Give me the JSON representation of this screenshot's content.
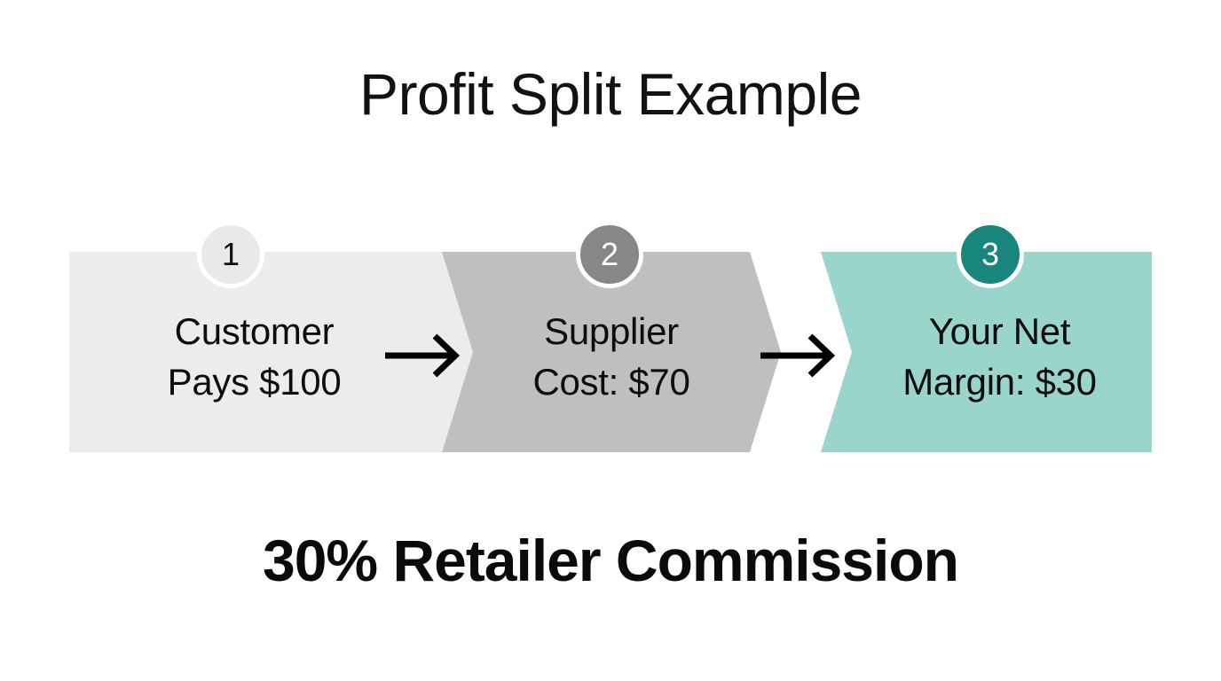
{
  "title": "Profit Split Example",
  "footer": "30% Retailer Commission",
  "colors": {
    "background": "#ffffff",
    "step1_fill": "#ececec",
    "step2_fill": "#bfbfbf",
    "step3_fill": "#9ad5cb",
    "badge1_fill": "#e9e9e9",
    "badge2_fill": "#878787",
    "badge3_fill": "#18867c",
    "badge_ring": "#ffffff",
    "text": "#0d0d0d",
    "arrow": "#000000"
  },
  "steps": [
    {
      "number": "1",
      "line1": "Customer",
      "line2": "Pays $100",
      "fill": "#ececec",
      "badge_fill": "#e9e9e9",
      "badge_text_color": "#111111"
    },
    {
      "number": "2",
      "line1": "Supplier",
      "line2": "Cost: $70",
      "fill": "#bfbfbf",
      "badge_fill": "#878787",
      "badge_text_color": "#ffffff"
    },
    {
      "number": "3",
      "line1": "Your Net",
      "line2": "Margin: $30",
      "fill": "#9ad5cb",
      "badge_fill": "#18867c",
      "badge_text_color": "#ffffff"
    }
  ],
  "connectors": [
    {
      "name": "arrow-1",
      "glyph": "right-arrow"
    },
    {
      "name": "arrow-2",
      "glyph": "right-arrow"
    }
  ]
}
